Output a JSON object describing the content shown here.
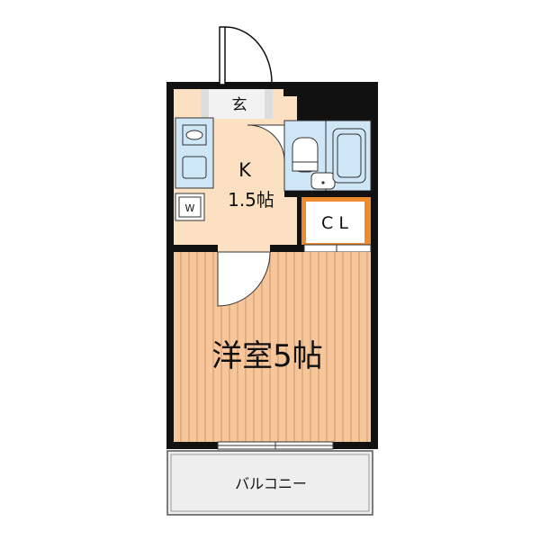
{
  "rooms": {
    "entrance": "玄",
    "kitchen": "K",
    "kitchen_size": "1.5帖",
    "washer": "W",
    "closet": "C L",
    "western_room": "洋室5帖",
    "balcony": "バルコニー"
  },
  "colors": {
    "wall": "#111111",
    "kitchen_floor": "#fbe0c1",
    "wood_floor": "#f7c79b",
    "wood_lines": "#c48a5a",
    "fixture_blue": "#cfe6f7",
    "closet_orange": "#f08a2e",
    "balcony_gray": "#eeeeee",
    "entrance_gray": "#dddddd"
  }
}
